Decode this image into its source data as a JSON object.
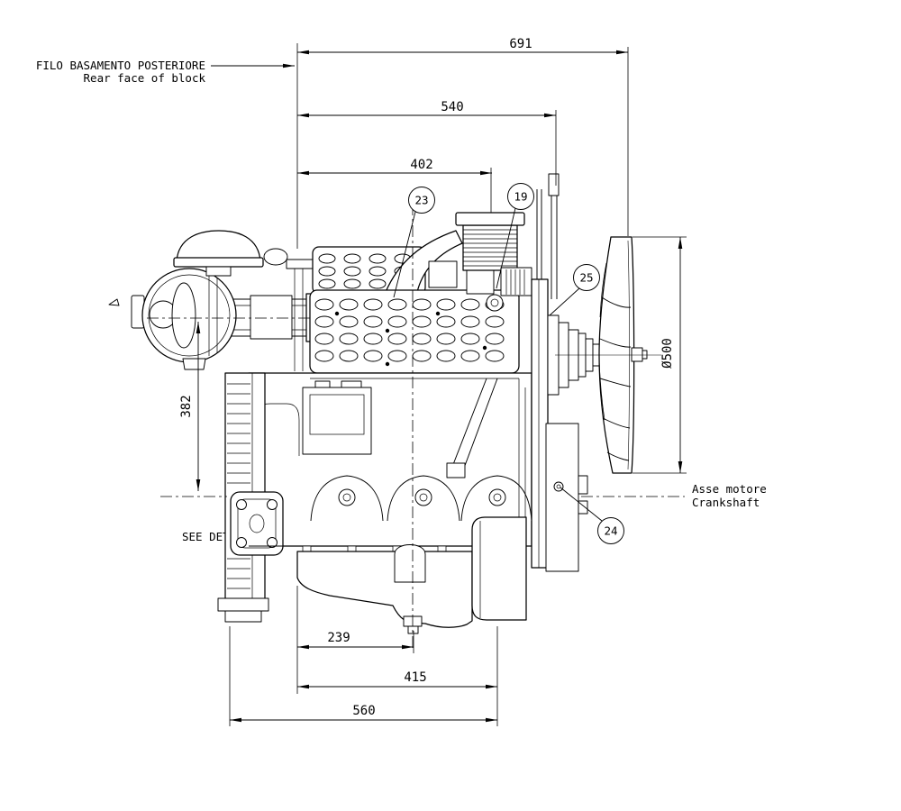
{
  "colors": {
    "ink": "#000000",
    "paper": "#ffffff"
  },
  "labels": {
    "rear_face_line1": "FILO BASAMENTO POSTERIORE",
    "rear_face_line2": "Rear face of block",
    "crank_axis_line1": "Asse motore",
    "crank_axis_line2": "Crankshaft",
    "see_detail": "SEE DET"
  },
  "dimensions": {
    "top": [
      "691",
      "540",
      "402"
    ],
    "bottom": [
      "239",
      "415",
      "560"
    ],
    "left_vertical": "382",
    "fan_diameter": "Ø500"
  },
  "balloons": [
    "23",
    "19",
    "25",
    "24"
  ]
}
